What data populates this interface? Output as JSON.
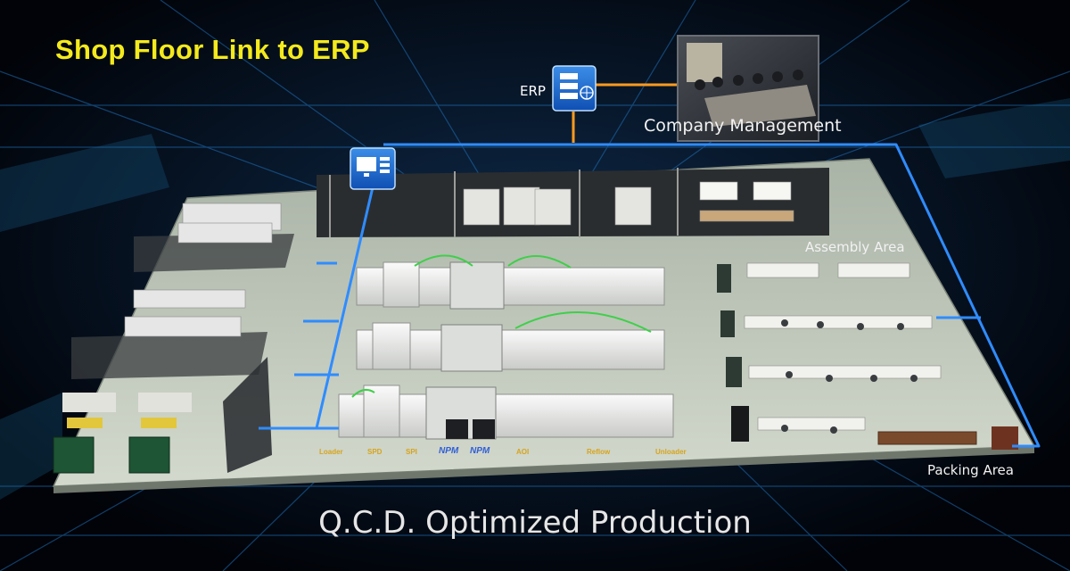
{
  "title": "Shop Floor Link to ERP",
  "erp_label": "ERP",
  "management_label": "Company Management",
  "assembly_label": "Assembly Area",
  "packing_label": "Packing Area",
  "footer": "Q.C.D. Optimized Production",
  "stations": [
    "Loader",
    "SPD",
    "SPI",
    "NPM",
    "NPM",
    "AOI",
    "Reflow",
    "Unloader"
  ],
  "icons": [
    "server-globe-icon",
    "monitor-server-icon"
  ],
  "colors": {
    "title": "#f4ea1c",
    "network": "#2f8cff",
    "erp_link": "#ff9a1e",
    "floor": "#c9d0c3",
    "background": "#02060c"
  }
}
